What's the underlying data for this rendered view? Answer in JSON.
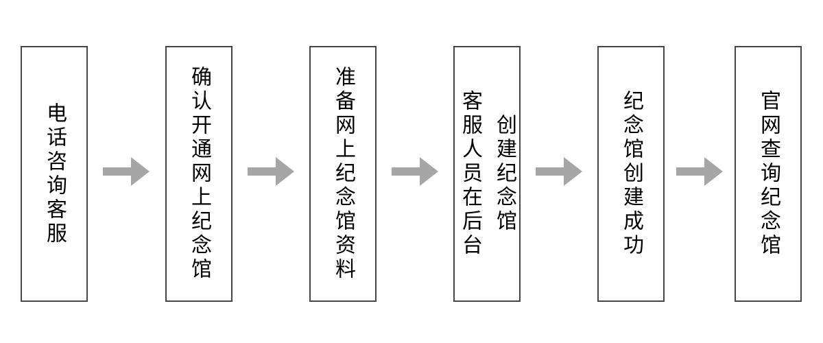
{
  "flowchart": {
    "type": "process-flow",
    "orientation": "horizontal-left-to-right",
    "background_color": "#ffffff",
    "box_style": {
      "border_color": "#454545",
      "fill_color": "#ffffff",
      "text_color": "#000000",
      "text_direction": "vertical"
    },
    "connector_style": {
      "shape": "right-arrow",
      "color": "#a6a6a6"
    },
    "steps": [
      {
        "label": "电话咨询客服"
      },
      {
        "label": "确认开通网上纪念馆"
      },
      {
        "label": "准备网上纪念馆资料"
      },
      {
        "label": "客服人员在后台\n创建纪念馆"
      },
      {
        "label": "纪念馆创建成功"
      },
      {
        "label": "官网查询纪念馆"
      }
    ]
  }
}
